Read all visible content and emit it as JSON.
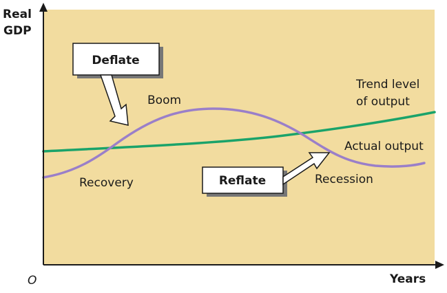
{
  "axes": {
    "y_label_line1": "Real",
    "y_label_line2": "GDP",
    "x_label": "Years",
    "origin": "O"
  },
  "labels": {
    "boom": "Boom",
    "recovery": "Recovery",
    "recession": "Recession",
    "trend_line1": "Trend level",
    "trend_line2": "of output",
    "actual": "Actual output"
  },
  "callouts": {
    "deflate": "Deflate",
    "reflate": "Reflate"
  },
  "colors": {
    "background": "#f2dc9f",
    "trend_line": "#1aa36a",
    "actual_line": "#9a7fc9",
    "axis": "#1a1a1a",
    "callout_fill": "#ffffff"
  }
}
